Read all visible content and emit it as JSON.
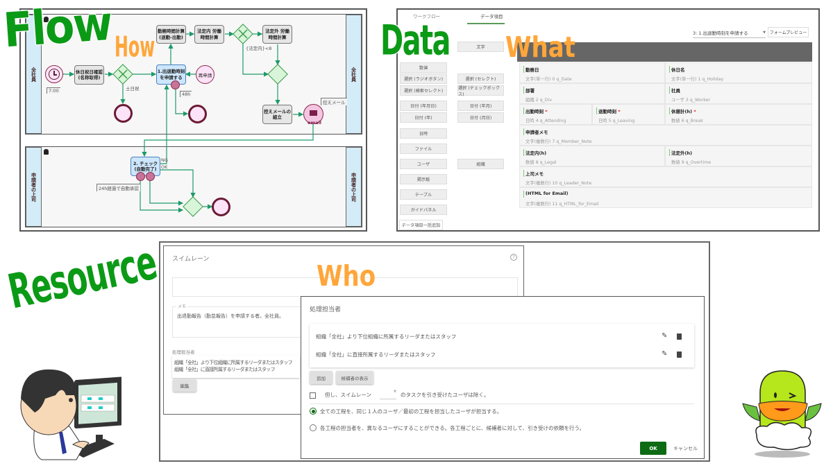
{
  "overlay_words": {
    "flow": "Flow",
    "how": "How",
    "data": "Data",
    "what": "What",
    "resource": "Resource",
    "who": "Who"
  },
  "colors": {
    "green_word": "#0b9a16",
    "orange_word": "#ffa63a",
    "flow_line": "#1e9a6a",
    "lane_bar": "#d3ecf8",
    "ok_button": "#0d6b14"
  },
  "flow": {
    "lanes": [
      {
        "label": "全社員"
      },
      {
        "label": "申請者の上司"
      }
    ],
    "tasks": {
      "holiday_check": "休日祝日確認\n(名称取得)",
      "apply_time": "1.出退勤時刻\nを申請する",
      "work_time_calc": "勤務時間計算\n(退勤-出勤)",
      "legal_calc": "法定内 労働\n時間計算",
      "overtime_calc": "法定外 労働\n時間計算",
      "compose_mail": "控えメールの\n組立",
      "check": "2. チェック\n(自動完了)"
    },
    "events": {
      "reapply": "再申請",
      "email": "email"
    },
    "labels": {
      "start_time": "7:00",
      "holiday": "土日祝",
      "timeout": "48h",
      "legal_cond": "{法定内}<8",
      "mail_note": "控えメール",
      "ng": "NG",
      "ok": "OK",
      "auto_approve": "24h経過で自動承認"
    }
  },
  "data_panel": {
    "tabs": [
      {
        "label": "ワークフロー",
        "active": false
      },
      {
        "label": "データ項目",
        "active": true
      }
    ],
    "step_select": "3: 1.出退勤時刻を申請する",
    "preview_button": "フォームプレビュー",
    "palette": [
      "文字",
      "数値",
      "選択 (ラジオボタン)",
      "選択 (セレクト)",
      "選択 (検索セレクト)",
      "選択 (チェックボックス)",
      "日付 (年月日)",
      "日付 (年月)",
      "日付 (年)",
      "日付 (月日)",
      "日時",
      "ファイル",
      "ユーザ",
      "組織",
      "掲示板",
      "テーブル",
      "ガイドパネル"
    ],
    "bulk_add": "データ項目一括追加",
    "fields": [
      {
        "title": "勤務日",
        "sub": "文字(単一行) 0 q_Date"
      },
      {
        "title": "休日名",
        "sub": "文字(単一行) 1 q_Holiday"
      },
      {
        "title": "部署",
        "sub": "組織 2 q_Div"
      },
      {
        "title": "社員",
        "sub": "ユーザ 3 q_Worker"
      },
      {
        "title": "出勤時刻",
        "sub": "日時 4 q_Attending",
        "required": true
      },
      {
        "title": "退勤時刻",
        "sub": "日時 5 q_Leaving",
        "required": true
      },
      {
        "title": "休憩計(h)",
        "sub": "数値 6 q_Break",
        "required": true
      },
      {
        "title": "申請者メモ",
        "sub": "文字(複数行) 7 q_Member_Note"
      },
      {
        "title": "法定内(h)",
        "sub": "数値 8 q_Legal"
      },
      {
        "title": "法定外(h)",
        "sub": "数値 9 q_Overtime"
      },
      {
        "title": "上司メモ",
        "sub": "文字(複数行) 10 q_Leader_Note"
      },
      {
        "title": "(HTML for Email)",
        "sub": "文字(複数行) 11 q_HTML_for_Email"
      }
    ],
    "required_mark": "*"
  },
  "resource": {
    "back": {
      "title": "スイムレーン",
      "memo_label": "メモ",
      "memo_text": "出退勤報告（勤怠報告）を申請する者。全社員。",
      "assignee_label": "処理担当者",
      "assignee_lines": [
        "組織「全社」より下位組織に所属するリーダまたはスタッフ",
        "組織「全社」に直接所属するリーダまたはスタッフ"
      ],
      "edit_button": "編集"
    },
    "dialog": {
      "title": "処理担当者",
      "items": [
        "組織「全社」より下位組織に所属するリーダまたはスタッフ",
        "組織「全社」に直接所属するリーダまたはスタッフ"
      ],
      "add_button": "追加",
      "show_candidates_button": "候補者の表示",
      "exclude_prefix": "但し、スイムレーン",
      "exclude_suffix": "のタスクを引き受けたユーザは除く。",
      "exclude_checked": false,
      "options": [
        {
          "label": "全ての工程を、同じ１人のユーザ／最初の工程を担当したユーザが担当する。",
          "selected": true
        },
        {
          "label": "各工程の担当者を、異なるユーザにすることができる。各工程ごとに、候補者に対して、引き受けの依頼を行う。",
          "selected": false
        }
      ],
      "ok_button": "OK",
      "cancel_button": "キャンセル"
    }
  }
}
